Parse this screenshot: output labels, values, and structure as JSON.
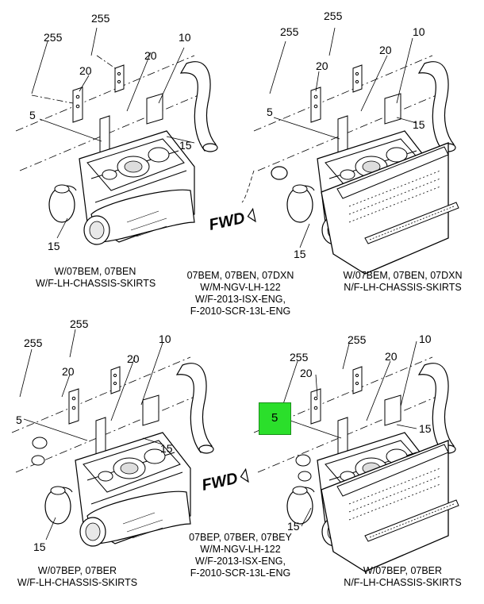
{
  "callouts": {
    "p1": {
      "c255a": "255",
      "c255b": "255",
      "c20a": "20",
      "c20b": "20",
      "c10": "10",
      "c5": "5",
      "c15a": "15",
      "c15b": "15"
    },
    "p2": {
      "c255a": "255",
      "c255b": "255",
      "c20a": "20",
      "c20b": "20",
      "c10": "10",
      "c5": "5",
      "c15a": "15",
      "c15b": "15"
    },
    "p3": {
      "c255a": "255",
      "c255b": "255",
      "c20a": "20",
      "c20b": "20",
      "c10": "10",
      "c5": "5",
      "c15a": "15",
      "c15b": "15"
    },
    "p4": {
      "c255a": "255",
      "c255b": "255",
      "c20a": "20",
      "c20b": "20",
      "c10": "10",
      "c15a": "15",
      "c15b": "15"
    }
  },
  "fwd": {
    "top": "FWD",
    "bottom": "FWD"
  },
  "highlight": {
    "label": "5",
    "color": "#2bdf2b"
  },
  "captions": {
    "top_left": [
      "W/07BEM, 07BEN",
      "W/F-LH-CHASSIS-SKIRTS"
    ],
    "top_center": [
      "07BEM, 07BEN, 07DXN",
      "W/M-NGV-LH-122",
      "W/F-2013-ISX-ENG,",
      "F-2010-SCR-13L-ENG"
    ],
    "top_right": [
      "W/07BEM, 07BEN, 07DXN",
      "N/F-LH-CHASSIS-SKIRTS"
    ],
    "bottom_center": [
      "07BEP, 07BER, 07BEY",
      "W/M-NGV-LH-122",
      "W/F-2013-ISX-ENG,",
      "F-2010-SCR-13L-ENG"
    ],
    "bottom_left": [
      "W/07BEP, 07BER",
      "W/F-LH-CHASSIS-SKIRTS"
    ],
    "bottom_right": [
      "W/07BEP, 07BER",
      "N/F-LH-CHASSIS-SKIRTS"
    ]
  }
}
